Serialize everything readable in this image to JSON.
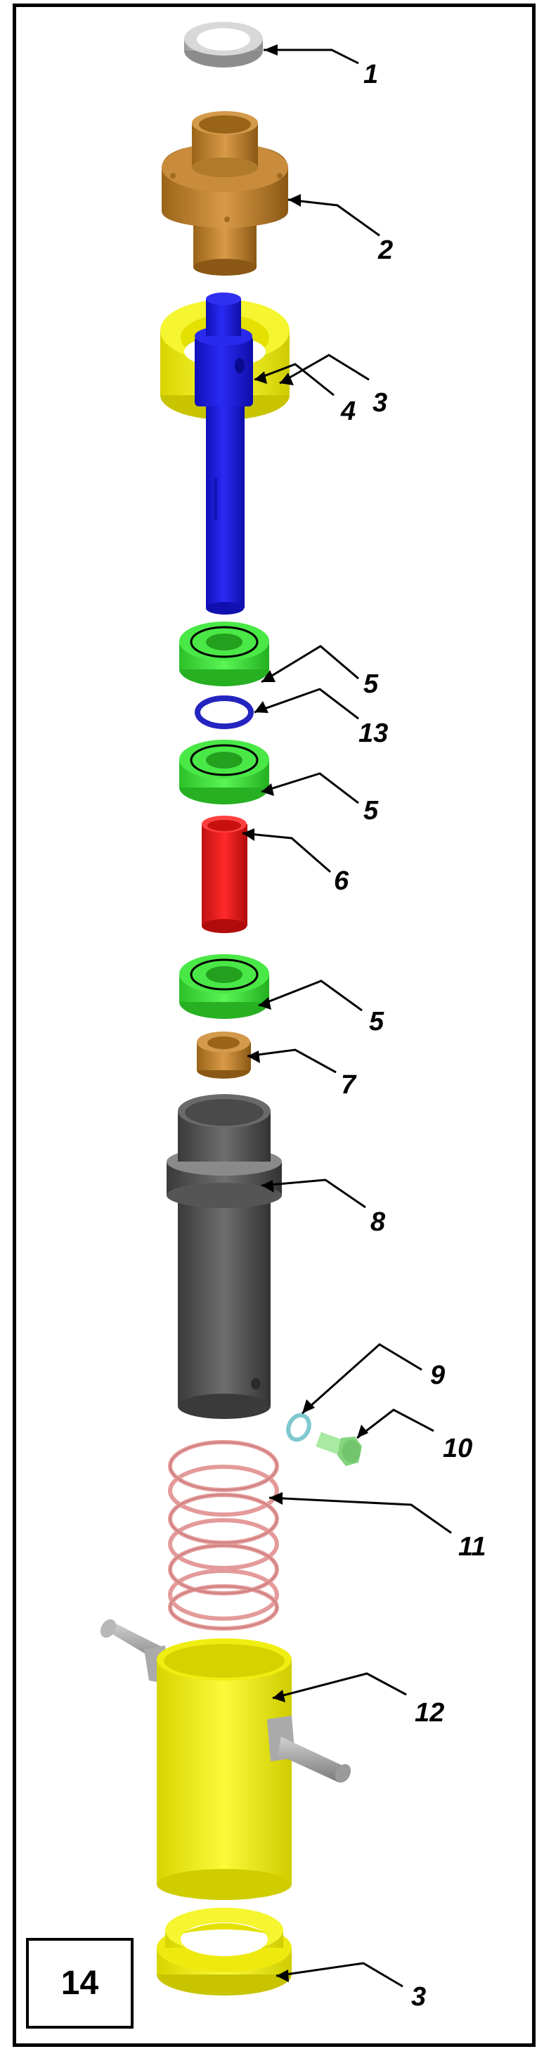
{
  "figure": {
    "number": "14",
    "type": "exploded parts assembly"
  },
  "colors": {
    "frame": "#000000",
    "background": "#ffffff",
    "part_1_ring": "#c8c8c8",
    "part_2_flange": "#c28a3a",
    "part_3_ring": "#f2f020",
    "part_4_shaft": "#1a1ae0",
    "part_5_bearing": "#3ee03a",
    "part_6_tube": "#ee1c1c",
    "part_7_bushing": "#c08030",
    "part_8_housing": "#5a5a5a",
    "part_9_washer": "#7fc8d0",
    "part_10_screw": "#8fe08a",
    "part_11_spring": "#e89a9a",
    "part_12_cylinder": "#f2f020",
    "part_12_pins": "#a8a8a8",
    "part_13_oring": "#2020c0"
  },
  "callouts": [
    {
      "id": "c1",
      "label": "1",
      "part": "top ring / seal"
    },
    {
      "id": "c2",
      "label": "2",
      "part": "flanged bushing"
    },
    {
      "id": "c3a",
      "label": "3",
      "part": "upper collar ring"
    },
    {
      "id": "c4",
      "label": "4",
      "part": "shaft"
    },
    {
      "id": "c5a",
      "label": "5",
      "part": "bearing (upper)"
    },
    {
      "id": "c13",
      "label": "13",
      "part": "o-ring"
    },
    {
      "id": "c5b",
      "label": "5",
      "part": "bearing (middle)"
    },
    {
      "id": "c6",
      "label": "6",
      "part": "spacer tube"
    },
    {
      "id": "c5c",
      "label": "5",
      "part": "bearing (lower)"
    },
    {
      "id": "c7",
      "label": "7",
      "part": "bushing"
    },
    {
      "id": "c8",
      "label": "8",
      "part": "housing tube"
    },
    {
      "id": "c9",
      "label": "9",
      "part": "washer"
    },
    {
      "id": "c10",
      "label": "10",
      "part": "screw"
    },
    {
      "id": "c11",
      "label": "11",
      "part": "spring"
    },
    {
      "id": "c12",
      "label": "12",
      "part": "cylinder with pins"
    },
    {
      "id": "c3b",
      "label": "3",
      "part": "lower collar ring"
    }
  ]
}
